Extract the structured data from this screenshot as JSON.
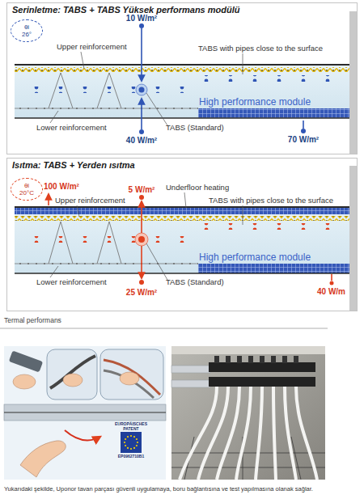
{
  "diagram": {
    "caption": "Yukarıdaki şekilde, Uponor tavan parçası güvenli uygulamaya, boru bağlantısına ve test yapılmasına olanak sağlar.",
    "nodes": [
      {
        "text": [
          "Serinletme: TABS + TABS Yüksek performans modülü"
        ]
      },
      {
        "text": [
          "θi 26°"
        ],
        "in": 0
      },
      {
        "text": [
          "High performance module"
        ],
        "in": 0
      },
      {
        "text": [
          "Isıtma: TABS + Yerden ısıtma"
        ]
      },
      {
        "text": [
          "θi 20°C"
        ],
        "in": 3
      },
      {
        "text": [
          "High performance module"
        ],
        "in": 3
      },
      {
        "text": [
          "EUROPÄISCHES PATENT",
          "EP0962710B1"
        ]
      }
    ],
    "labels": [
      "10 W/m²",
      "Upper reinforcement",
      "TABS with pipes close to the surface",
      "Lower reinforcement",
      "40 W/m²",
      "TABS (Standard)",
      "70 W/m²",
      "100 W/m²",
      "Upper reinforcement",
      "5 W/m²",
      "Underfloor heating",
      "TABS with pipes close to the surface",
      "Lower reinforcement",
      "25 W/m²",
      "TABS (Standard)",
      "40 W/m",
      "Termal performans"
    ]
  }
}
